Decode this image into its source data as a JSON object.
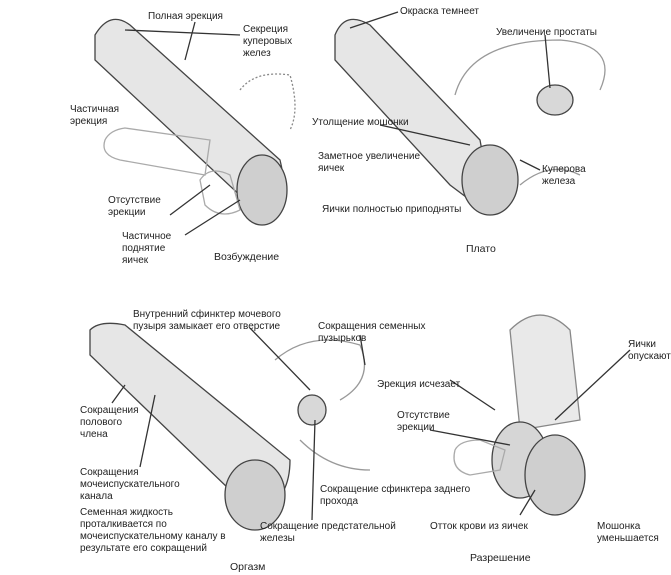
{
  "panels": [
    {
      "title": "Возбуждение",
      "labels": {
        "full_erection": "Полная эрекция",
        "cowper_secretion": "Секреция\nкуперовых\nжелез",
        "partial_erection": "Частичная\nэрекция",
        "no_erection": "Отсутствие\nэрекции",
        "partial_lift": "Частичное\nподнятие\nяичек"
      }
    },
    {
      "title": "Плато",
      "labels": {
        "color_darkens": "Окраска темнеет",
        "prostate_enlarge": "Увеличение простаты",
        "scrotum_thicken": "Утолщение мошонки",
        "testes_enlarge": "Заметное увеличение\nяичек",
        "cowper_gland": "Куперова\nжелеза",
        "testes_raised": "Яички полностью приподняты"
      }
    },
    {
      "title": "Оргазм",
      "labels": {
        "internal_sphincter": "Внутренний сфинктер мочевого\nпузыря замыкает его отверстие",
        "seminal_vesicles": "Сокращения семенных\nпузырьков",
        "penis_contractions": "Сокращения\nполового\nчлена",
        "urethra_contractions": "Сокращения\nмочеиспускательного\nканала",
        "semen_propelled": "Семенная жидкость\nпроталкивается по\nмочеиспускательному каналу в\nрезультате его сокращений",
        "anal_sphincter": "Сокращение сфинктера заднего\nпрохода",
        "prostate_contraction": "Сокращение предстательной\nжелезы"
      }
    },
    {
      "title": "Разрешение",
      "labels": {
        "testes_descend": "Яички\nопускаются",
        "erection_fades": "Эрекция исчезает",
        "no_erection": "Отсутствие\nэрекции",
        "blood_outflow": "Отток крови из яичек",
        "scrotum_shrinks": "Мошонка\nуменьшается"
      }
    }
  ]
}
